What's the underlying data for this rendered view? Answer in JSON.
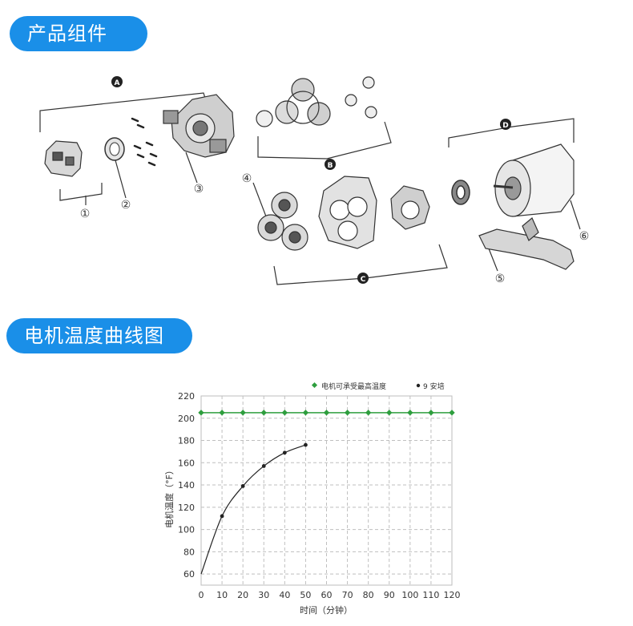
{
  "section_components": {
    "title": "产品组件"
  },
  "section_chart": {
    "title": "电机温度曲线图"
  },
  "diagram": {
    "group_labels": [
      "A",
      "B",
      "C",
      "D"
    ],
    "part_numbers": [
      "①",
      "②",
      "③",
      "④",
      "⑤",
      "⑥"
    ]
  },
  "chart_data": {
    "type": "line",
    "xlabel": "时间（分钟）",
    "ylabel": "电机温度（°F）",
    "x_ticks": [
      0,
      10,
      20,
      30,
      40,
      50,
      60,
      70,
      80,
      90,
      100,
      110,
      120
    ],
    "y_ticks": [
      60,
      80,
      100,
      120,
      140,
      160,
      180,
      200,
      220
    ],
    "xlim": [
      0,
      120
    ],
    "ylim": [
      50,
      220
    ],
    "grid": true,
    "legend_position": "top-right",
    "series": [
      {
        "name": "电机可承受最高温度",
        "color": "#2e9e3e",
        "marker": "diamond",
        "x": [
          0,
          10,
          20,
          30,
          40,
          50,
          60,
          70,
          80,
          90,
          100,
          110,
          120
        ],
        "y": [
          205,
          205,
          205,
          205,
          205,
          205,
          205,
          205,
          205,
          205,
          205,
          205,
          205
        ]
      },
      {
        "name": "9 安培",
        "color": "#222222",
        "marker": "circle",
        "x": [
          0,
          10,
          20,
          30,
          40,
          50
        ],
        "y": [
          60,
          112,
          139,
          157,
          169,
          176
        ]
      }
    ]
  }
}
